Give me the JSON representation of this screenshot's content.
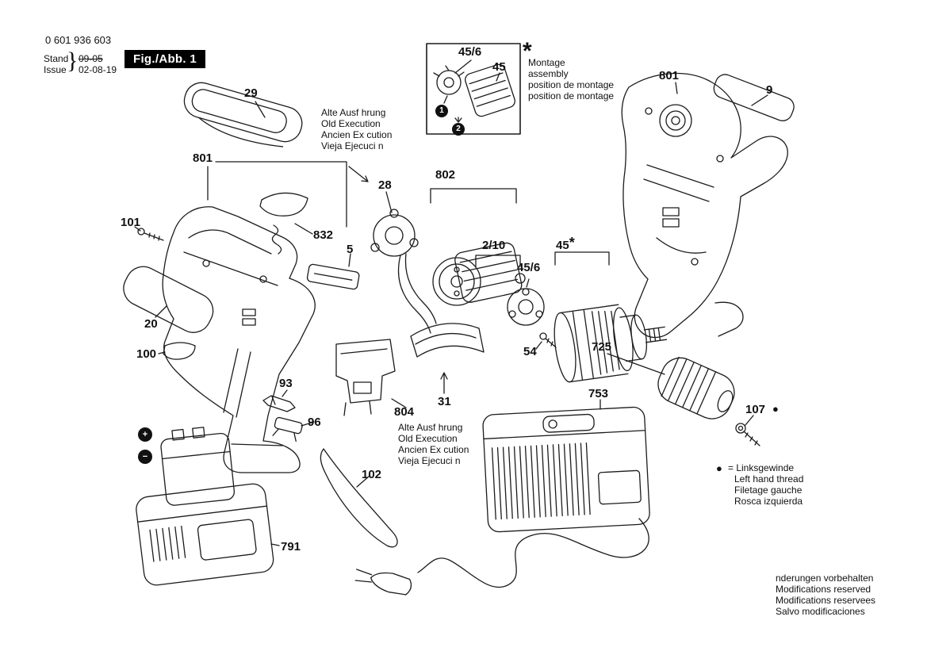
{
  "header": {
    "part_number": "0 601 936 603",
    "stand_label": "Stand",
    "issue_label": "Issue",
    "brace": "}",
    "stand_value": "09-05",
    "issue_value": "02-08-19",
    "fig_label": "Fig./Abb. 1"
  },
  "inset": {
    "callout_45_6": "45/6",
    "callout_45": "45",
    "step_1": "1",
    "step_2": "2"
  },
  "asterisk": "*",
  "icons": {
    "left_hand_thread_dot": "●",
    "plus": "+",
    "minus": "−"
  },
  "callouts": {
    "c29": "29",
    "c801_left": "801",
    "c101": "101",
    "c20": "20",
    "c100": "100",
    "c93": "93",
    "c96": "96",
    "c102": "102",
    "c791": "791",
    "c832": "832",
    "c5": "5",
    "c28": "28",
    "c804": "804",
    "c31": "31",
    "c802": "802",
    "c2_10": "2/10",
    "c45_6": "45/6",
    "c45": "45",
    "c54": "54",
    "c753": "753",
    "c725": "725",
    "c801_right": "801",
    "c9": "9",
    "c107": "107"
  },
  "notes": {
    "montage": {
      "lines": [
        "Montage",
        "assembly",
        "position de montage",
        "position de montage"
      ]
    },
    "old_execution_top": {
      "lines": [
        "Alte Ausf hrung",
        "Old Execution",
        "Ancien Ex cution",
        "Vieja Ejecuci n"
      ]
    },
    "old_execution_bottom": {
      "lines": [
        "Alte Ausf hrung",
        "Old Execution",
        "Ancien Ex cution",
        "Vieja Ejecuci n"
      ]
    },
    "left_hand_thread": {
      "first_line": "= Linksgewinde",
      "lines": [
        "Left hand thread",
        "Filetage gauche",
        "Rosca izquierda"
      ]
    },
    "modifications": {
      "lines": [
        "nderungen vorbehalten",
        "Modifications reserved",
        "Modifications reservees",
        "Salvo modificaciones"
      ]
    }
  }
}
